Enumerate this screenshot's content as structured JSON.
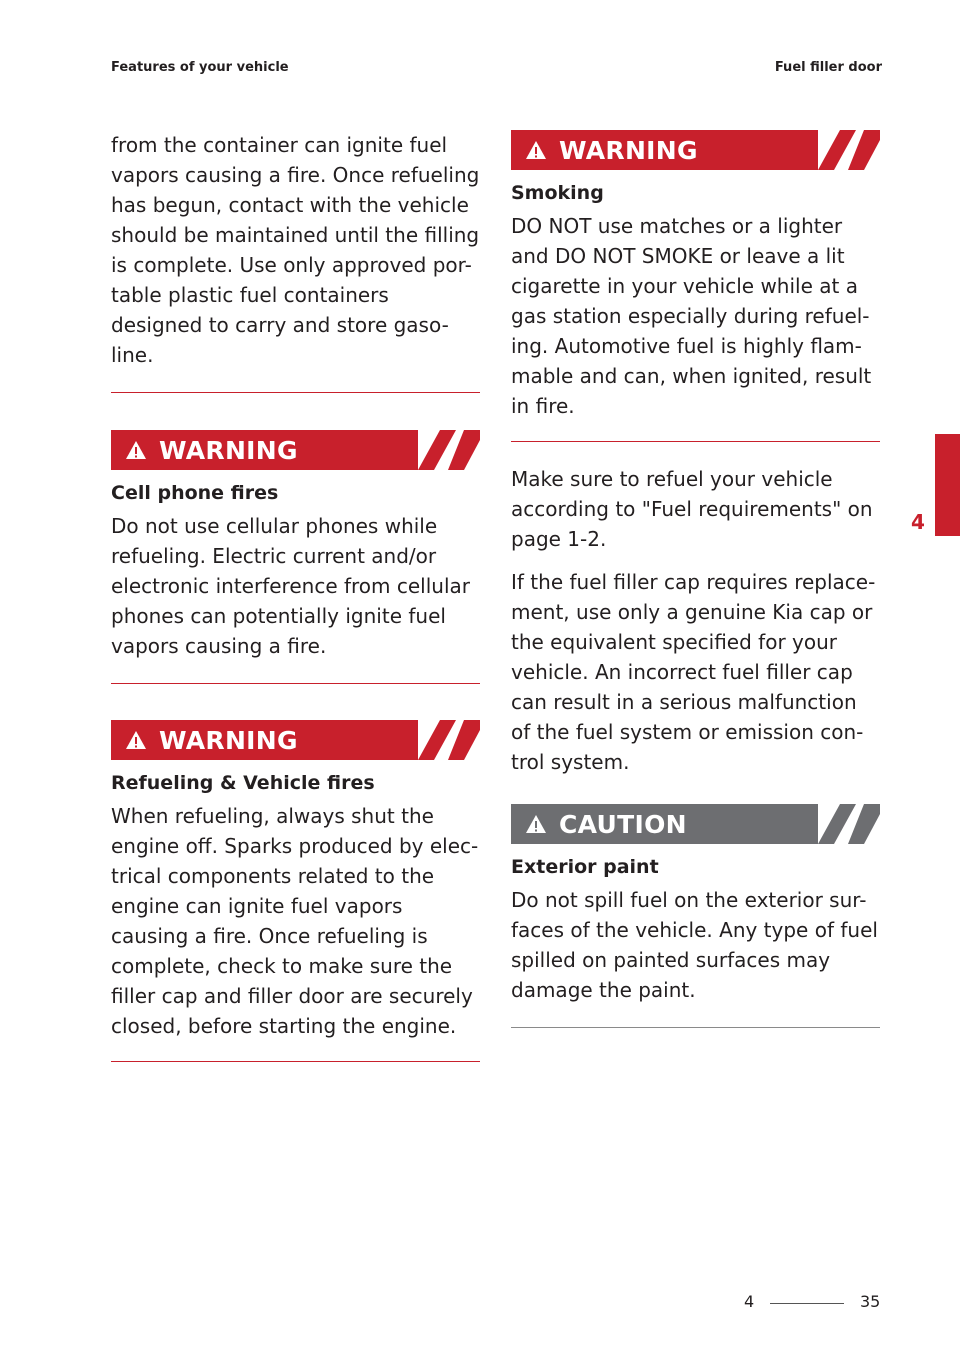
{
  "header": {
    "left": "Features of your vehicle",
    "right": "Fuel filler door"
  },
  "left_column": {
    "intro": "from the container can ignite fuel vapors causing a fire. Once refueling has begun, contact with the vehicle should be maintained until the filling is complete. Use only approved por-table plastic fuel containers designed to carry and store gaso-line.",
    "warning1": {
      "label": "WARNING",
      "subtitle": "Cell phone fires",
      "body": "Do not use cellular phones while refueling. Electric current and/or electronic interference from cellular phones can potentially ignite fuel vapors causing a fire."
    },
    "warning2": {
      "label": "WARNING",
      "subtitle": "Refueling & Vehicle fires",
      "body": "When refueling, always shut the engine off. Sparks produced by elec-trical components related to the engine can ignite fuel vapors causing a fire. Once refueling is complete, check to make sure the filler cap and filler door are securely closed, before starting the engine."
    }
  },
  "right_column": {
    "warning3": {
      "label": "WARNING",
      "subtitle": "Smoking",
      "body": "DO NOT use matches or a lighter and DO NOT SMOKE or leave a lit cigarette in your vehicle while at a gas station especially during refuel-ing. Automotive fuel is highly flam-mable and can, when ignited, result in fire."
    },
    "para1": "Make sure to refuel your vehicle according to \"Fuel requirements\" on page 1-2.",
    "para2": "If the fuel filler cap requires replace-ment, use only a genuine Kia cap or the equivalent specified for your vehicle. An incorrect fuel filler cap can result in a serious malfunction of the fuel system or emission con-trol system.",
    "caution": {
      "label": "CAUTION",
      "subtitle": "Exterior paint",
      "body": "Do not spill fuel on the exterior sur-faces of the vehicle. Any type of fuel spilled on painted surfaces may damage the paint."
    }
  },
  "side_tab": {
    "chapter": "4"
  },
  "footer": {
    "chapter": "4",
    "page": "35"
  },
  "colors": {
    "warning_red": "#c8202c",
    "caution_grey": "#6d6e71"
  }
}
